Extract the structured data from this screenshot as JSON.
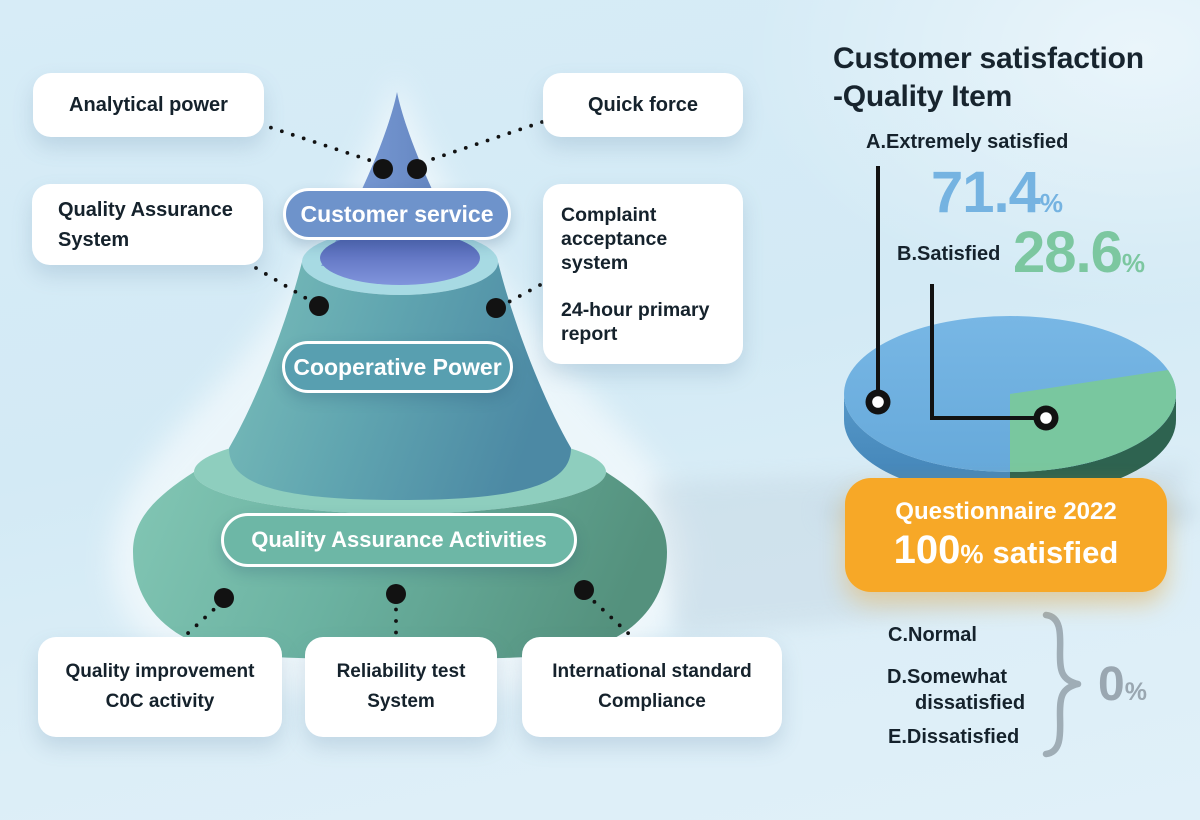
{
  "cone": {
    "tier1_label": "Customer service",
    "tier2_label": "Cooperative Power",
    "tier3_label": "Quality Assurance Activities"
  },
  "callouts": {
    "analytical_power": "Analytical power",
    "quick_force": "Quick force",
    "quality_assurance_system": "Quality Assurance System",
    "complaint_part1": "Complaint acceptance system",
    "complaint_part2": "24-hour primary report",
    "quality_improvement": "Quality improvement C0C activity",
    "reliability_test": "Reliability test System",
    "international_standard": "International standard Compliance"
  },
  "satisfaction": {
    "title_line1": "Customer satisfaction",
    "title_line2": "-Quality Item",
    "item_a_label": "A.Extremely satisfied",
    "item_a_value": "71.4",
    "item_a_unit": "%",
    "item_b_label": "B.Satisfied",
    "item_b_value": "28.6",
    "item_b_unit": "%",
    "item_c_label": "C.Normal",
    "item_d_line1": "D.Somewhat",
    "item_d_line2": "dissatisfied",
    "item_e_label": "E.Dissatisfied",
    "zero_value": "0",
    "zero_unit": "%",
    "banner_line1": "Questionnaire 2022",
    "banner_value": "100",
    "banner_unit": "%",
    "banner_suffix": "satisfied"
  },
  "colors": {
    "pie_blue": "#6fb0df",
    "pie_green": "#79c79f",
    "accent_orange": "#f7a827",
    "value_blue": "#75b3e1",
    "value_green": "#7cc7a0",
    "muted_gray": "#9aa7b1"
  },
  "chart_data": {
    "type": "pie",
    "title": "Customer satisfaction -Quality Item",
    "labels": [
      "A.Extremely satisfied",
      "B.Satisfied",
      "C.Normal",
      "D.Somewhat dissatisfied",
      "E.Dissatisfied"
    ],
    "values": [
      71.4,
      28.6,
      0,
      0,
      0
    ],
    "colors": [
      "#6fb0df",
      "#79c79f",
      "#9aa7b1",
      "#9aa7b1",
      "#9aa7b1"
    ],
    "legend_position": "top",
    "annotation": "Questionnaire 2022 100% satisfied"
  }
}
